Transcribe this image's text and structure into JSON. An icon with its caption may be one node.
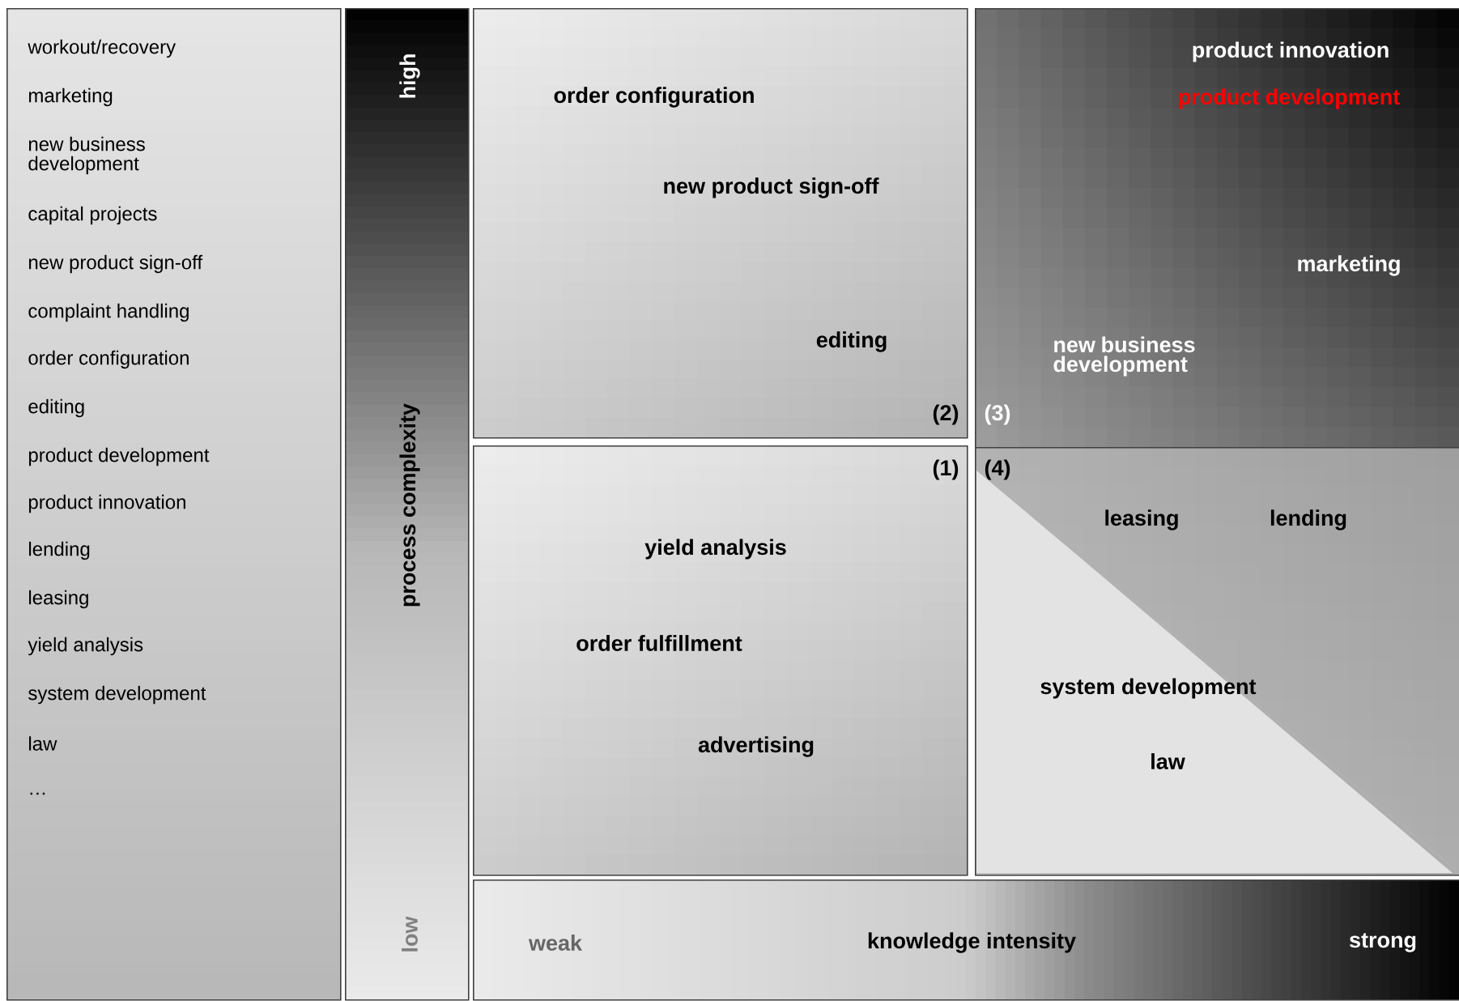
{
  "diagram": {
    "nodes": [
      {
        "text": [
          "workout/recovery",
          "marketing",
          "new business development",
          "capital projects",
          "new product sign-off",
          "complaint handling",
          "order configuration",
          "editing",
          "product development",
          "product innovation",
          "lending",
          "leasing",
          "yield analysis",
          "system development",
          "law",
          "…"
        ]
      },
      {
        "text": [
          "high",
          "process complexity",
          "low"
        ]
      },
      {
        "text": [
          "order configuration",
          "new product sign-off",
          "editing"
        ]
      },
      {
        "text": [
          "product innovation",
          "product development",
          "marketing",
          "new business development"
        ]
      },
      {
        "text": [
          "yield analysis",
          "order fulfillment",
          "advertising"
        ]
      },
      {
        "text": [
          "leasing",
          "lending",
          "system development",
          "law"
        ]
      },
      {
        "text": [
          "weak",
          "knowledge intensity",
          "strong"
        ]
      }
    ],
    "labels": [
      "(2)",
      "(3)",
      "(1)",
      "(4)"
    ]
  }
}
